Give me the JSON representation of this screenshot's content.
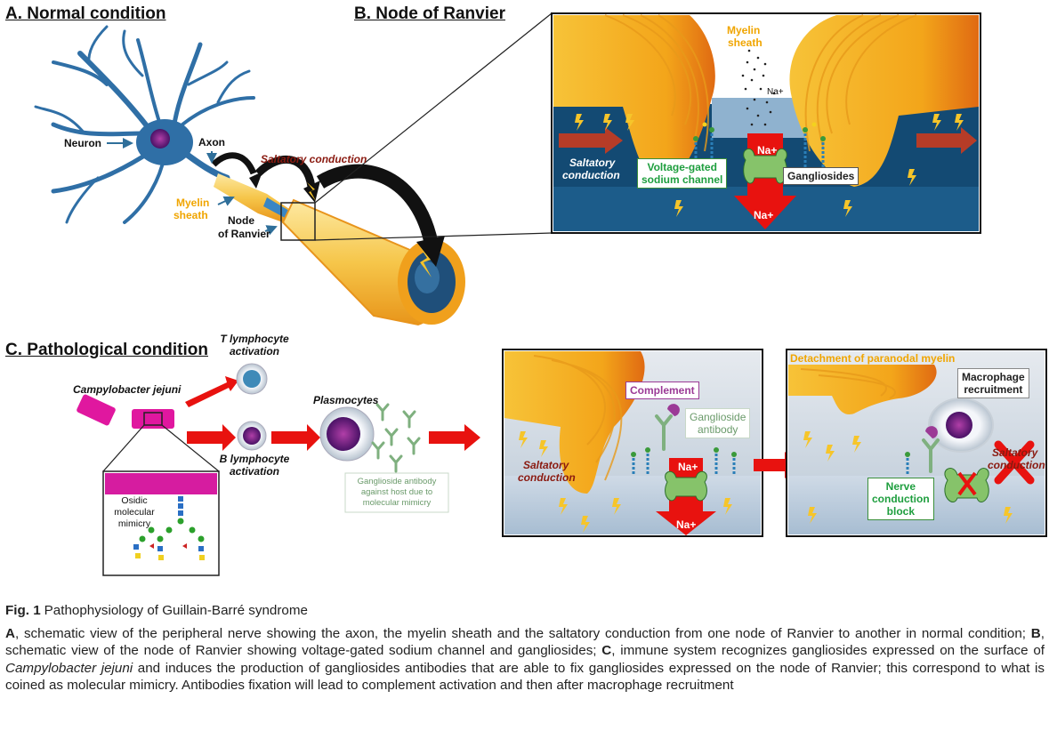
{
  "panel_a": {
    "title": "A. Normal condition",
    "neuron": "Neuron",
    "axon": "Axon",
    "saltatory": "Saltatory conduction",
    "myelin_line1": "Myelin",
    "myelin_line2": "sheath",
    "node_line1": "Node",
    "node_line2": "of Ranvier"
  },
  "panel_b": {
    "title": "B. Node of Ranvier",
    "myelin_line1": "Myelin",
    "myelin_line2": "sheath",
    "na_top": "Na+",
    "na_mid": "Na+",
    "na_bottom": "Na+",
    "saltatory_line1": "Saltatory",
    "saltatory_line2": "conduction",
    "channel_line1": "Voltage-gated",
    "channel_line2": "sodium channel",
    "gangliosides": "Gangliosides"
  },
  "panel_c": {
    "title": "C. Pathological condition",
    "campylobacter": "Campylobacter jejuni",
    "t_line1": "T lymphocyte",
    "t_line2": "activation",
    "b_line1": "B lymphocyte",
    "b_line2": "activation",
    "plasmocytes": "Plasmocytes",
    "osidic_line1": "Osidic",
    "osidic_line2": "molecular",
    "osidic_line3": "mimicry",
    "antibody_note_line1": "Ganglioside antibody",
    "antibody_note_line2": "against host due to",
    "antibody_note_line3": "molecular mimicry",
    "complement": "Complement",
    "ganglioside_ab_line1": "Ganglioside",
    "ganglioside_ab_line2": "antibody",
    "saltatory_line1": "Saltatory",
    "saltatory_line2": "conduction",
    "na_mid": "Na+",
    "na_bottom": "Na+",
    "detachment": "Detachment of paranodal myelin",
    "macrophage_line1": "Macrophage",
    "macrophage_line2": "recruitment",
    "saltatory2_line1": "Saltatory",
    "saltatory2_line2": "conduction",
    "block_line1": "Nerve",
    "block_line2": "conduction",
    "block_line3": "block"
  },
  "caption": {
    "fig_number": "Fig. 1",
    "fig_title": "Pathophysiology of Guillain-Barré syndrome",
    "a_letter": "A",
    "a_text": ", schematic view of the peripheral nerve showing the axon, the myelin sheath and the saltatory conduction from one node of Ranvier to another in normal condition; ",
    "b_letter": "B",
    "b_text": ", schematic view of the node of Ranvier showing voltage-gated sodium channel and gangliosides; ",
    "c_letter": "C",
    "c_text1": ", immune system recognizes gangliosides expressed on the surface of ",
    "c_italic": "Campylobacter jejuni",
    "c_text2": " and induces the production of gangliosides antibodies that are able to fix gangliosides expressed on the node of Ranvier; this correspond to what is coined as molecular mimicry. Antibodies fixation will lead to complement activation and then after macrophage recruitment"
  },
  "colors": {
    "myelin": "#f5b21b",
    "myelin_dark": "#e07b10",
    "extracellular": "#0f3f66",
    "neuron": "#2f6fa6",
    "nucleus": "#7b2c8c",
    "arrow_red": "#e8120f",
    "channel_green": "#86c36a",
    "bacteria_magenta": "#e0179f"
  }
}
